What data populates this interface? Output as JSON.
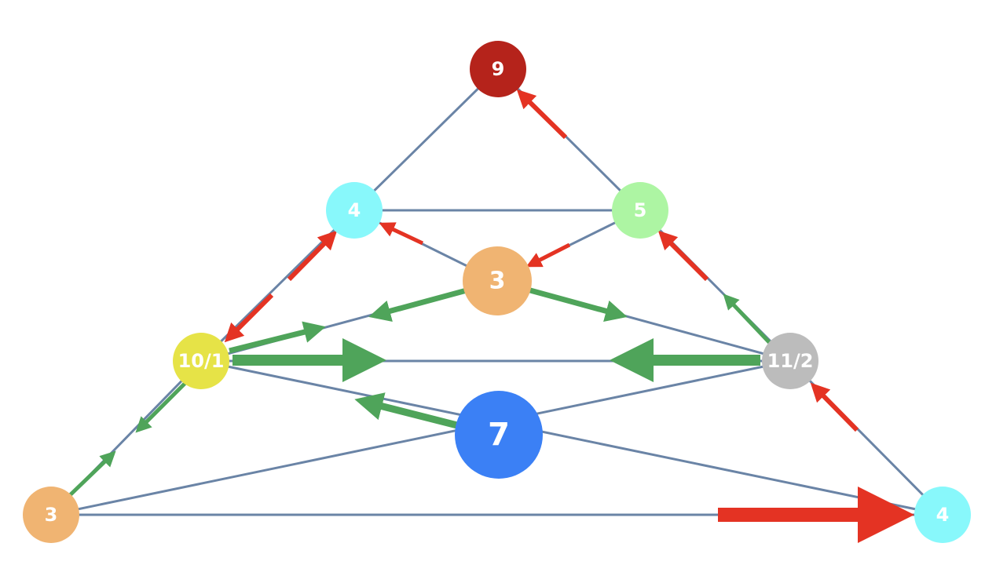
{
  "nodes": {
    "top": {
      "label": "9",
      "color": "#b5231b"
    },
    "upper_left": {
      "label": "4",
      "color": "#88f8fb"
    },
    "upper_right": {
      "label": "5",
      "color": "#adf5a3"
    },
    "center": {
      "label": "3",
      "color": "#f0b472"
    },
    "mid_left": {
      "label": "10/1",
      "color": "#e6e347"
    },
    "mid_right": {
      "label": "11/2",
      "color": "#bcbcbc"
    },
    "hub": {
      "label": "7",
      "color": "#3b80f5"
    },
    "bottom_left": {
      "label": "3",
      "color": "#f0b472"
    },
    "bottom_right": {
      "label": "4",
      "color": "#88f8fb"
    }
  },
  "colors": {
    "edge": "#6a84a6",
    "flow_green": "#4fa45a",
    "flow_red": "#e43323"
  }
}
